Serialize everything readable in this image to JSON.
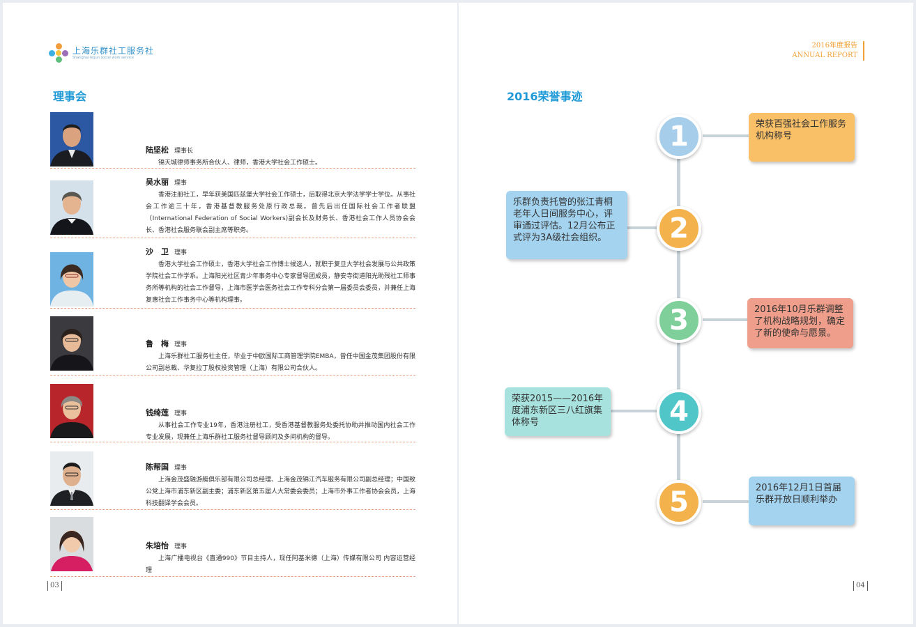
{
  "header": {
    "logo_cn": "上海乐群社工服务社",
    "logo_en": "Shanghai lequn social work service",
    "report_year": "2016年度报告",
    "report_en": "ANNUAL REPORT"
  },
  "left": {
    "title": "理事会",
    "page_number": "03",
    "members": [
      {
        "name": "陆坚松",
        "role": "理事长",
        "desc": "锦天城律师事务所合伙人、律师，香港大学社会工作硕士。"
      },
      {
        "name": "吴水丽",
        "role": "理事",
        "desc": "香港注册社工，早年获美国匹兹堡大学社会工作硕士，后取得北京大学法学学士学位。从事社会工作逾三十年，香港基督教服务处原行政总裁。曾先后出任国际社会工作者联盟（International Federation of Social Workers)副会长及财务长、香港社会工作人员协会会长、香港社会服务联会副主席等职务。"
      },
      {
        "name": "沙　卫",
        "role": "理事",
        "desc": "香港大学社会工作硕士，香港大学社会工作博士候选人，就职于复旦大学社会发展与公共政策学院社会工作学系。上海阳光社区青少年事务中心专家督导团成员，静安寺街道阳光助残社工师事务所等机构的社会工作督导，上海市医学会医务社会工作专科分会第一届委员会委员，并兼任上海复惠社会工作事务中心等机构理事。"
      },
      {
        "name": "鲁　梅",
        "role": "理事",
        "desc": "上海乐群社工服务社主任，毕业于中欧国际工商管理学院EMBA，曾任中国金茂集团股份有限公司副总裁、华复拉丁股权投资管理（上海）有限公司合伙人。"
      },
      {
        "name": "钱绮莲",
        "role": "理事",
        "desc": "从事社会工作专业19年，香港注册社工，受香港基督教服务处委托协助并推动国内社会工作专业发展，现兼任上海乐群社工服务社督导顾问及多间机构的督导。"
      },
      {
        "name": "陈帮国",
        "role": "理事",
        "desc": "上海金茂盛融游艇俱乐部有限公司总经理、上海金茂锦江汽车服务有限公司副总经理；中国致公党上海市浦东新区副主委；浦东新区第五届人大常委会委员；上海市外事工作者协会会员，上海科技翻译学会会员。"
      },
      {
        "name": "朱培怡",
        "role": "理事",
        "desc": "上海广播电视台《直通990》节目主持人，现任阿基米德（上海）传媒有限公司 内容运营经理"
      }
    ]
  },
  "right": {
    "title": "2016荣誉事迹",
    "page_number": "04",
    "milestones": [
      {
        "number": "1",
        "side": "right",
        "color": "#a6cde9",
        "box_color": "#f9c067",
        "text": "荣获百强社会工作服务机构称号"
      },
      {
        "number": "2",
        "side": "left",
        "color": "#f4b24c",
        "box_color": "#a3d3ef",
        "text": "乐群负责托管的张江青桐老年人日间服务中心，评审通过评估。12月公布正式评为3A级社会组织。"
      },
      {
        "number": "3",
        "side": "right",
        "color": "#7fcf9a",
        "box_color": "#ee9e8a",
        "text": "2016年10月乐群调整了机构战略规划，确定了新的使命与愿景。"
      },
      {
        "number": "4",
        "side": "left",
        "color": "#50c6c9",
        "box_color": "#a8e2de",
        "text": "荣获2015——2016年度浦东新区三八红旗集体称号"
      },
      {
        "number": "5",
        "side": "right",
        "color": "#f4b24c",
        "box_color": "#a3d3ef",
        "text": "2016年12月1日首届乐群开放日顺利举办"
      }
    ]
  }
}
